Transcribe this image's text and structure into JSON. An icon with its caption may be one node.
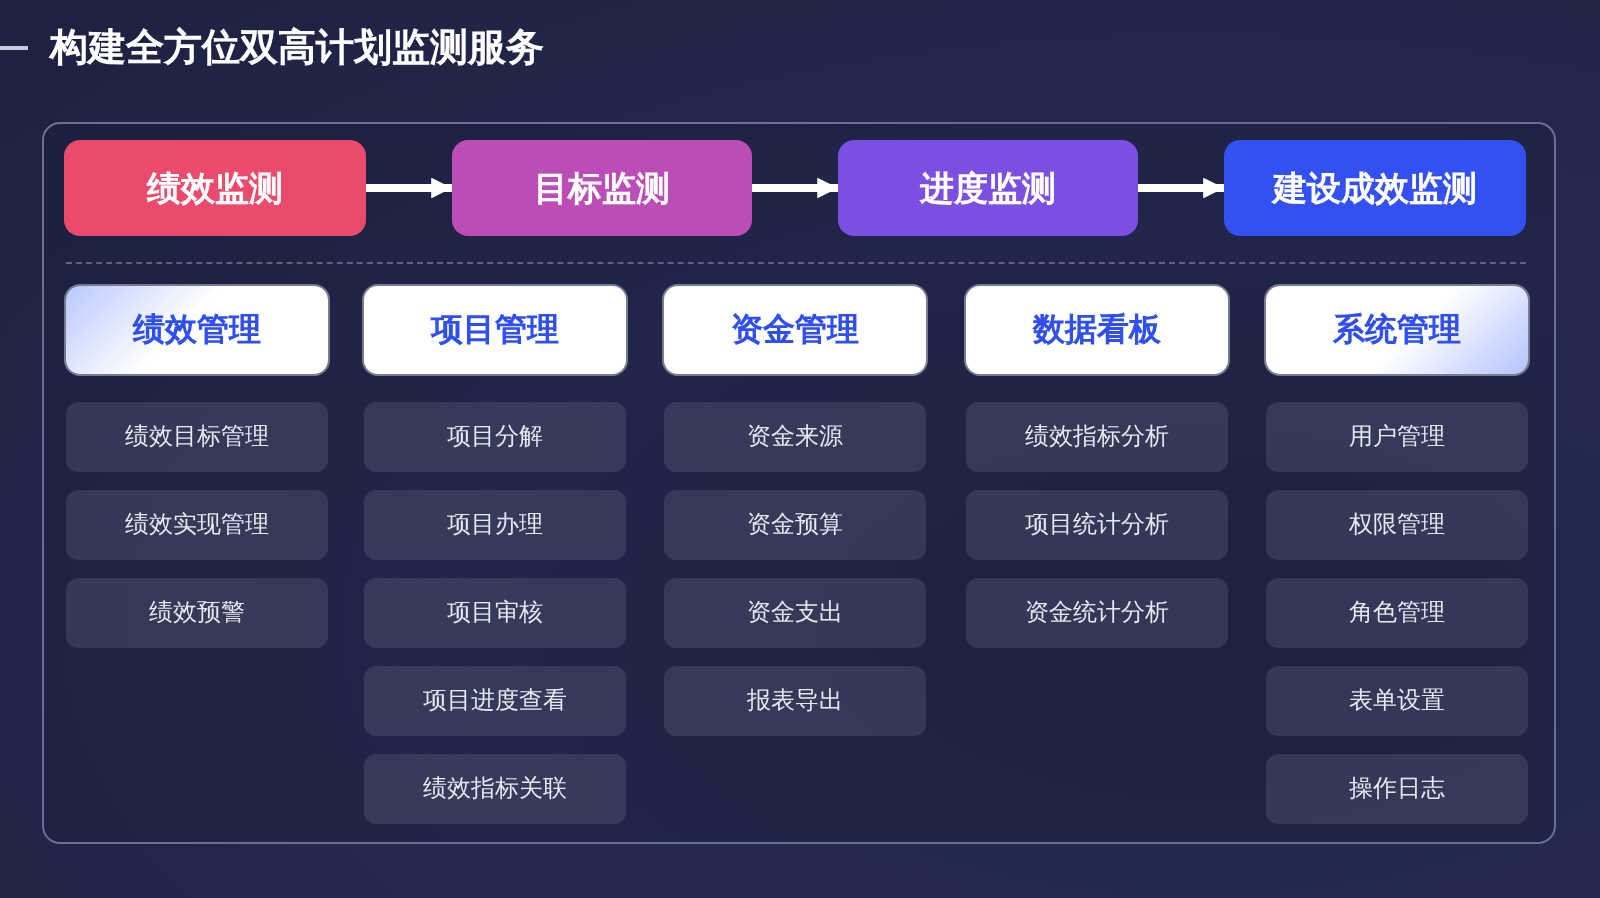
{
  "diagram": {
    "title": "构建全方位双高计划监测服务",
    "nodes": [
      {
        "text": [
          "绩效监测"
        ]
      },
      {
        "text": [
          "目标监测"
        ]
      },
      {
        "text": [
          "进度监测"
        ]
      },
      {
        "text": [
          "建设成效监测"
        ]
      },
      {
        "text": [
          "绩效管理"
        ]
      },
      {
        "text": [
          "绩效目标管理"
        ]
      },
      {
        "text": [
          "绩效实现管理"
        ]
      },
      {
        "text": [
          "绩效预警"
        ]
      },
      {
        "text": [
          "项目管理"
        ]
      },
      {
        "text": [
          "项目分解"
        ]
      },
      {
        "text": [
          "项目办理"
        ]
      },
      {
        "text": [
          "项目审核"
        ]
      },
      {
        "text": [
          "项目进度查看"
        ]
      },
      {
        "text": [
          "绩效指标关联"
        ]
      },
      {
        "text": [
          "资金管理"
        ]
      },
      {
        "text": [
          "资金来源"
        ]
      },
      {
        "text": [
          "资金预算"
        ]
      },
      {
        "text": [
          "资金支出"
        ]
      },
      {
        "text": [
          "报表导出"
        ]
      },
      {
        "text": [
          "数据看板"
        ]
      },
      {
        "text": [
          "绩效指标分析"
        ]
      },
      {
        "text": [
          "项目统计分析"
        ]
      },
      {
        "text": [
          "资金统计分析"
        ]
      },
      {
        "text": [
          "系统管理"
        ]
      },
      {
        "text": [
          "用户管理"
        ]
      },
      {
        "text": [
          "权限管理"
        ]
      },
      {
        "text": [
          "角色管理"
        ]
      },
      {
        "text": [
          "表单设置"
        ]
      },
      {
        "text": [
          "操作日志"
        ]
      }
    ],
    "edges": [
      {
        "from": 0,
        "to": 1,
        "arrow": "to"
      },
      {
        "from": 1,
        "to": 2,
        "arrow": "to"
      },
      {
        "from": 2,
        "to": 3,
        "arrow": "to"
      }
    ]
  }
}
